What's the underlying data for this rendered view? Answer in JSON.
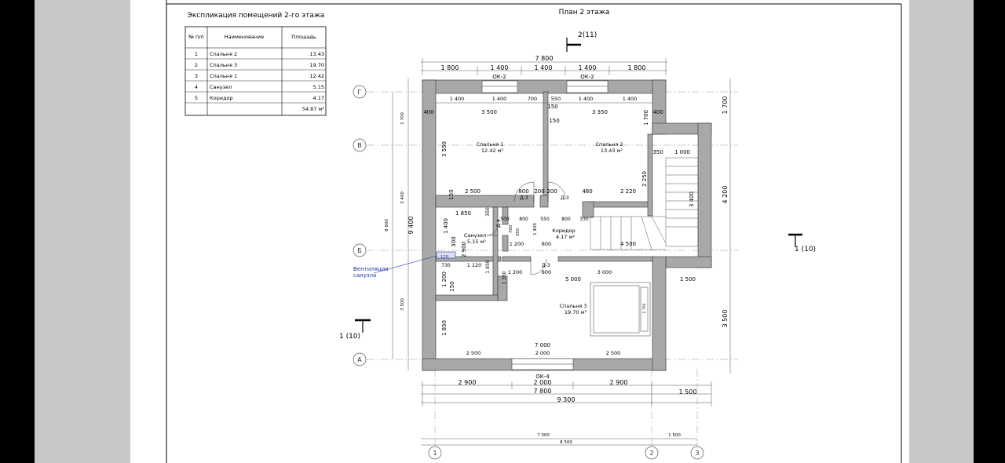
{
  "sheet": {
    "plan_title": "План 2 этажа",
    "table_title": "Экспликация помещений 2-го этажа"
  },
  "explication": {
    "headers": [
      "№ п/п",
      "Наименование",
      "Площадь"
    ],
    "rows": [
      [
        "1",
        "Спальня 2",
        "13.43"
      ],
      [
        "2",
        "Спальня 3",
        "19.70"
      ],
      [
        "3",
        "Спальня 1",
        "12.42"
      ],
      [
        "4",
        "Санузел",
        "5.15"
      ],
      [
        "5",
        "Коридор",
        "4.17"
      ]
    ],
    "total": "54.87 м²"
  },
  "rooms": [
    {
      "name": "Спальня 1",
      "area": "12.42 м²"
    },
    {
      "name": "Спальня 2",
      "area": "13.43 м²"
    },
    {
      "name": "Санузел",
      "area": "5.15 м²"
    },
    {
      "name": "Коридор",
      "area": "4.17 м²"
    },
    {
      "name": "Спальня 3",
      "area": "19.70 м²"
    }
  ],
  "axes": {
    "letters": [
      "Г",
      "В",
      "Б",
      "А"
    ],
    "numbers": [
      "1",
      "2",
      "3"
    ]
  },
  "sections": {
    "top": "2(11)",
    "left": "1 (10)",
    "right": "1 (10)"
  },
  "openings": [
    "ОК-2",
    "ОК-2",
    "ОК-4",
    "Д-3",
    "Д-3",
    "Д-4",
    "Д-3"
  ],
  "annotation": {
    "line1": "Вентиляция",
    "line2": "санузла"
  },
  "dims_top": {
    "overall": "7 800",
    "chain": [
      "1 800",
      "1 400",
      "1 400",
      "1 400",
      "1 800"
    ],
    "inner": [
      "1 400",
      "1 400",
      "700",
      "550",
      "1 400",
      "1 400"
    ]
  },
  "dims_bottom": {
    "chain": [
      "2 900",
      "2 000",
      "2 900",
      "1 500"
    ],
    "mid": "7 800",
    "overall": "9 300",
    "axes_chain": [
      "7 000",
      "1 500"
    ],
    "axes_total": "8 500"
  },
  "dims_right": [
    "1 700",
    "4 200",
    "3 500"
  ],
  "dims_left": [
    "1 700",
    "3 400",
    "8 600",
    "9 400",
    "3 500"
  ],
  "dims_interior": [
    "400",
    "3 500",
    "3 350",
    "400",
    "150",
    "150",
    "1 700",
    "3 550",
    "350",
    "1 000",
    "2 500",
    "800",
    "200",
    "200",
    "480",
    "2 220",
    "2 250",
    "150",
    "1 850",
    "350",
    "500",
    "800",
    "550",
    "800",
    "330",
    "3 400",
    "1 400",
    "700",
    "350",
    "1 400",
    "2 900",
    "300",
    "1 200",
    "800",
    "4 500",
    "120",
    "730",
    "1 120",
    "1 850",
    "1 200",
    "150",
    "1 350",
    "1 200",
    "800",
    "3 000",
    "5 000",
    "1 500",
    "150",
    "1 850",
    "7 000",
    "2 500",
    "2 000",
    "2 500",
    "2 700",
    "150",
    "1 350",
    "300"
  ]
}
